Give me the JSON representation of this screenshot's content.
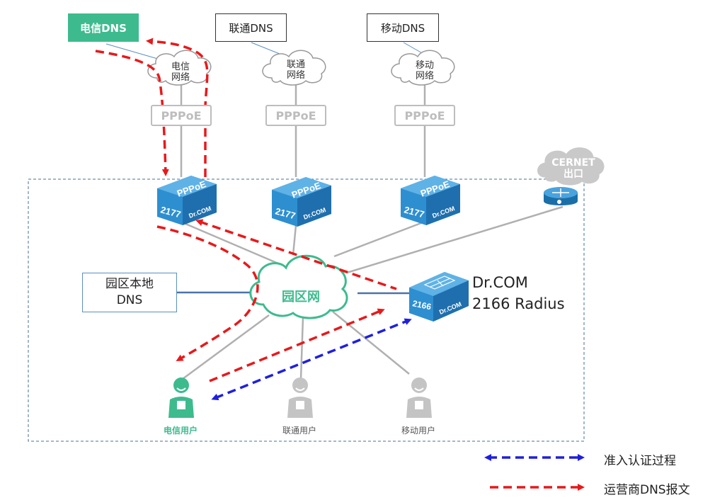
{
  "dns_servers": [
    {
      "label": "电信DNS",
      "color": "#3dbb8e"
    },
    {
      "label": "联通DNS"
    },
    {
      "label": "移动DNS"
    }
  ],
  "isp_clouds": [
    {
      "line1": "电信",
      "line2": "网络"
    },
    {
      "line1": "联通",
      "line2": "网络"
    },
    {
      "line1": "移动",
      "line2": "网络"
    }
  ],
  "pppoe_label": "PPPoE",
  "device_2177": {
    "model": "2177",
    "brand": "Dr.COM",
    "proto": "PPPoE"
  },
  "cernet": {
    "line1": "CERNET",
    "line2": "出口"
  },
  "campus_cloud": "园区网",
  "local_dns": {
    "line1": "园区本地",
    "line2": "DNS"
  },
  "radius": {
    "model": "2166",
    "brand": "Dr.COM",
    "line1": "Dr.COM",
    "line2": "2166 Radius"
  },
  "users": [
    {
      "label": "电信用户",
      "color": "#3dbb8e"
    },
    {
      "label": "联通用户",
      "color": "#bdbdbd"
    },
    {
      "label": "移动用户",
      "color": "#bdbdbd"
    }
  ],
  "legend": [
    {
      "label": "准入认证过程",
      "color": "#1f1fe0"
    },
    {
      "label": "运营商DNS报文",
      "color": "#e8191b"
    }
  ],
  "colors": {
    "device_blue": "#2d8fd0",
    "link_gray": "#b0b0b0",
    "campus_green": "#3dbb8e",
    "dns_line": "#5b8fbf"
  }
}
